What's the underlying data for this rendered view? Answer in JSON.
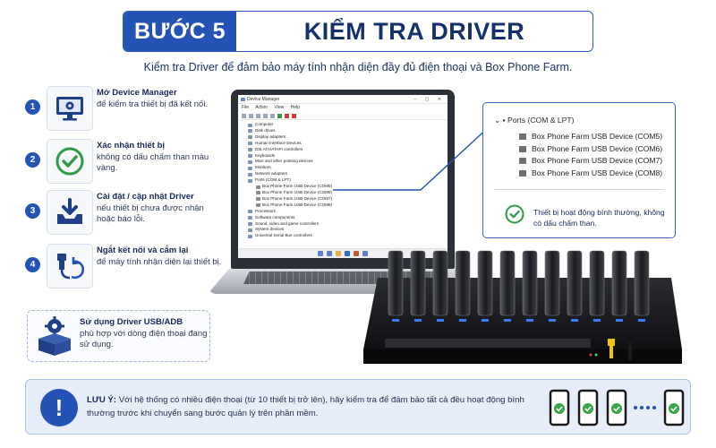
{
  "header": {
    "step_label": "BƯỚC 5",
    "title": "KIỂM TRA DRIVER"
  },
  "subtitle": "Kiểm tra Driver để đảm bảo máy tính nhận diện đầy đủ điện thoại và Box Phone Farm.",
  "steps": [
    {
      "num": "1",
      "title": "Mở Device Manager",
      "desc": "để kiểm tra thiết bị đã kết nối.",
      "icon": "monitor-gear-icon"
    },
    {
      "num": "2",
      "title": "Xác nhận thiết bị",
      "desc": "không có dấu chấm than màu vàng.",
      "icon": "check-circle-icon"
    },
    {
      "num": "3",
      "title": "Cài đặt / cập nhật Driver",
      "desc": "nếu thiết bị chưa được nhận hoặc báo lỗi.",
      "icon": "download-tray-icon"
    },
    {
      "num": "4",
      "title": "Ngắt kết nối và cắm lại",
      "desc": "để máy tính nhận diện lại thiết bị.",
      "icon": "usb-refresh-icon"
    }
  ],
  "adb": {
    "title": "Sử dụng Driver USB/ADB",
    "desc": "phù hợp với dòng điện thoại đang sử dụng.",
    "icon": "package-gear-icon"
  },
  "device_manager": {
    "window_title": "Device Manager",
    "menu": [
      "File",
      "Action",
      "View",
      "Help"
    ],
    "tree": [
      {
        "label": "Computer",
        "sub": false
      },
      {
        "label": "Disk drives",
        "sub": false
      },
      {
        "label": "Display adapters",
        "sub": false
      },
      {
        "label": "Human Interface Devices",
        "sub": false
      },
      {
        "label": "IDE ATA/ATAPI controllers",
        "sub": false
      },
      {
        "label": "Keyboards",
        "sub": false
      },
      {
        "label": "Mice and other pointing devices",
        "sub": false
      },
      {
        "label": "Monitors",
        "sub": false
      },
      {
        "label": "Network adapters",
        "sub": false
      },
      {
        "label": "Ports (COM & LPT)",
        "sub": false
      },
      {
        "label": "Box Phone Farm USB Device (COM5)",
        "sub": true
      },
      {
        "label": "Box Phone Farm USB Device (COM6)",
        "sub": true
      },
      {
        "label": "Box Phone Farm USB Device (COM7)",
        "sub": true
      },
      {
        "label": "Box Phone Farm USB Device (COM8)",
        "sub": true
      },
      {
        "label": "Processors",
        "sub": false
      },
      {
        "label": "Software components",
        "sub": false
      },
      {
        "label": "Sound, video and game controllers",
        "sub": false
      },
      {
        "label": "System devices",
        "sub": false
      },
      {
        "label": "Universal Serial Bus controllers",
        "sub": false
      }
    ]
  },
  "callout": {
    "ports_label": "Ports (COM & LPT)",
    "devices": [
      "Box Phone Farm USB Device (COM5)",
      "Box Phone Farm USB Device (COM6)",
      "Box Phone Farm USB Device (COM7)",
      "Box Phone Farm USB Device (COM8)"
    ],
    "status": "Thiết bị hoạt động bình thường, không có dấu chấm than."
  },
  "note": {
    "label": "LƯU Ý:",
    "text": "Với hệ thống có nhiều điện thoại (từ 10 thiết bị trở lên), hãy kiểm tra để đảm bảo tất cả đều hoạt động bình thường trước khi chuyển sang bước quản lý trên phần mềm.",
    "warn_symbol": "!"
  },
  "colors": {
    "primary": "#2452b5",
    "navy": "#14306e",
    "success": "#2f9a48"
  }
}
